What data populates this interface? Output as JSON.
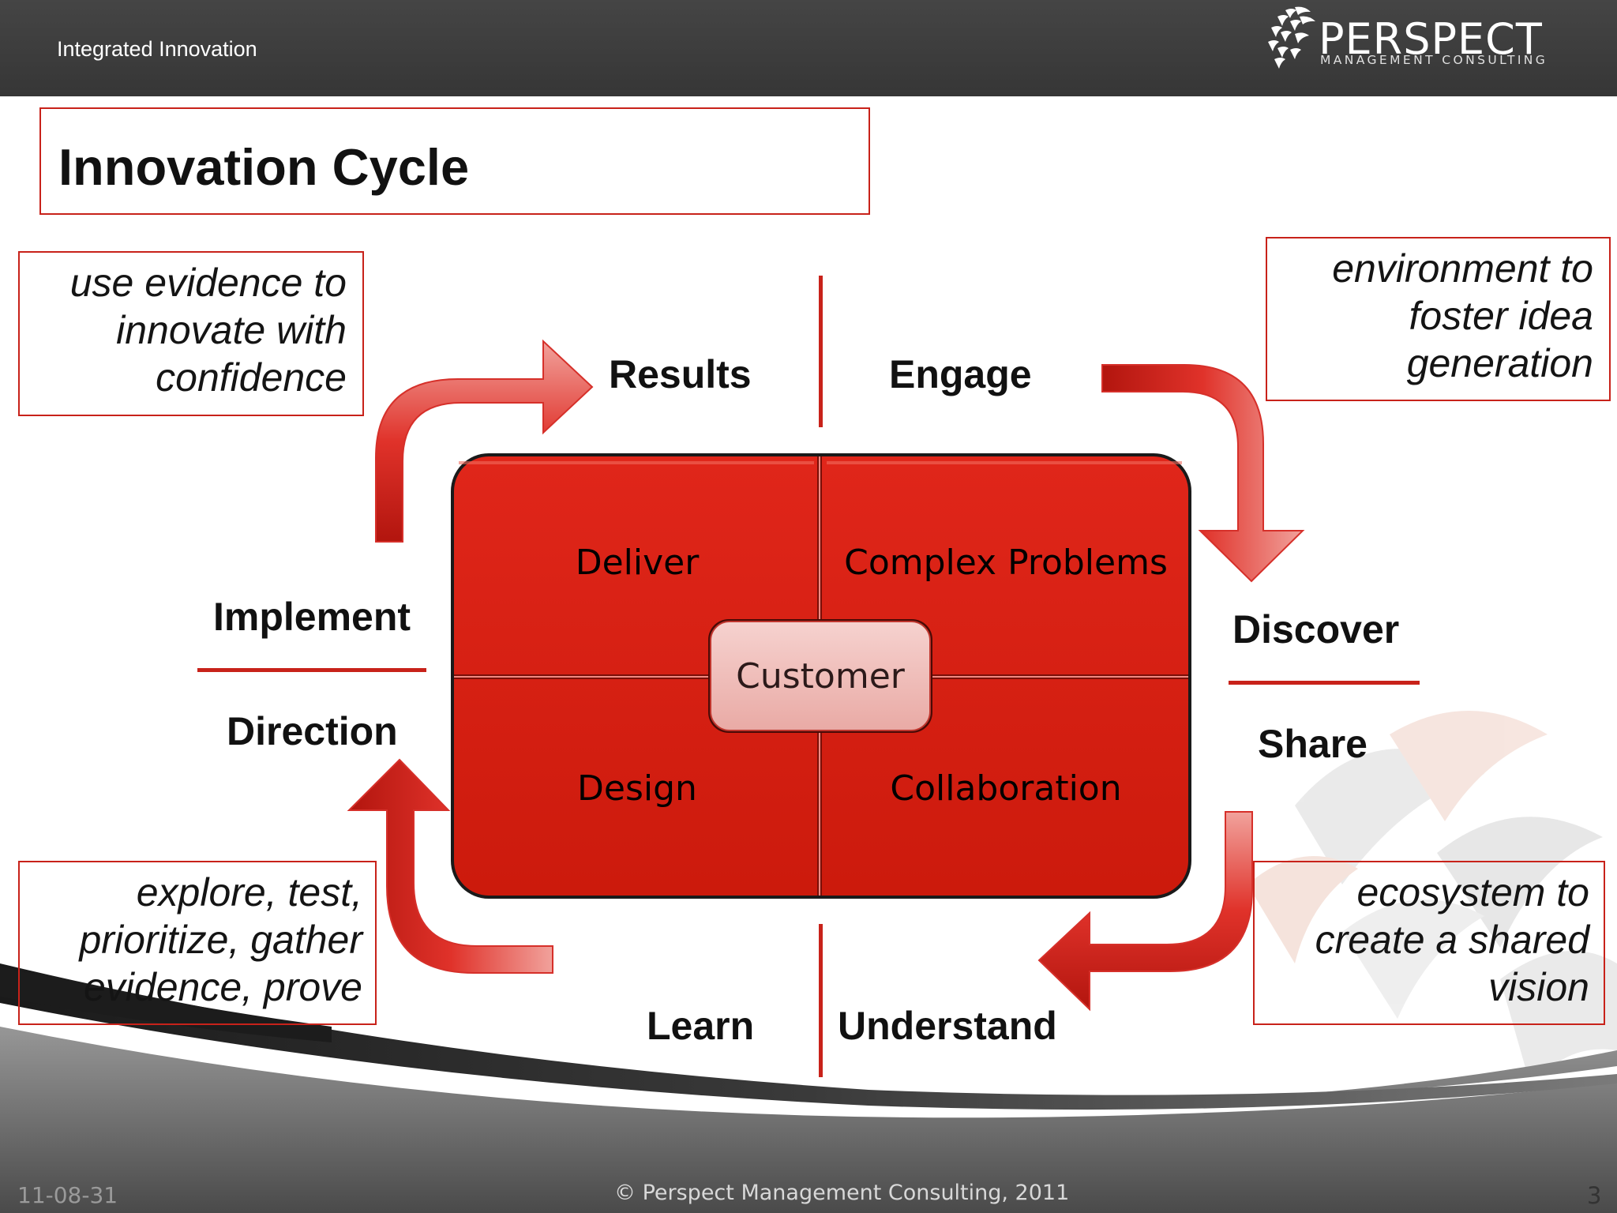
{
  "header": {
    "section_label": "Integrated Innovation",
    "logo_name": "PERSPECT",
    "logo_tagline": "MANAGEMENT CONSULTING"
  },
  "slide": {
    "title": "Innovation Cycle"
  },
  "callouts": {
    "top_left": [
      "use evidence to",
      "innovate with",
      "confidence"
    ],
    "top_right": [
      "environment to",
      "foster idea",
      "generation"
    ],
    "bottom_left": [
      "explore, test,",
      "prioritize, gather",
      "evidence, prove"
    ],
    "bottom_right": [
      "ecosystem to",
      "create a shared",
      "vision"
    ]
  },
  "cycle_labels": {
    "results": "Results",
    "engage": "Engage",
    "implement": "Implement",
    "direction": "Direction",
    "discover": "Discover",
    "share": "Share",
    "learn": "Learn",
    "understand": "Understand"
  },
  "center_grid": {
    "top_left": "Deliver",
    "top_right": "Complex Problems",
    "bottom_left": "Design",
    "bottom_right": "Collaboration",
    "center": "Customer"
  },
  "footer": {
    "date": "11-08-31",
    "copyright": "© Perspect Management Consulting, 2011",
    "page_number": "3"
  },
  "colors": {
    "accent_red": "#c8221a",
    "grid_red": "#d21c0c",
    "header_bg": "#3d3d3d"
  }
}
